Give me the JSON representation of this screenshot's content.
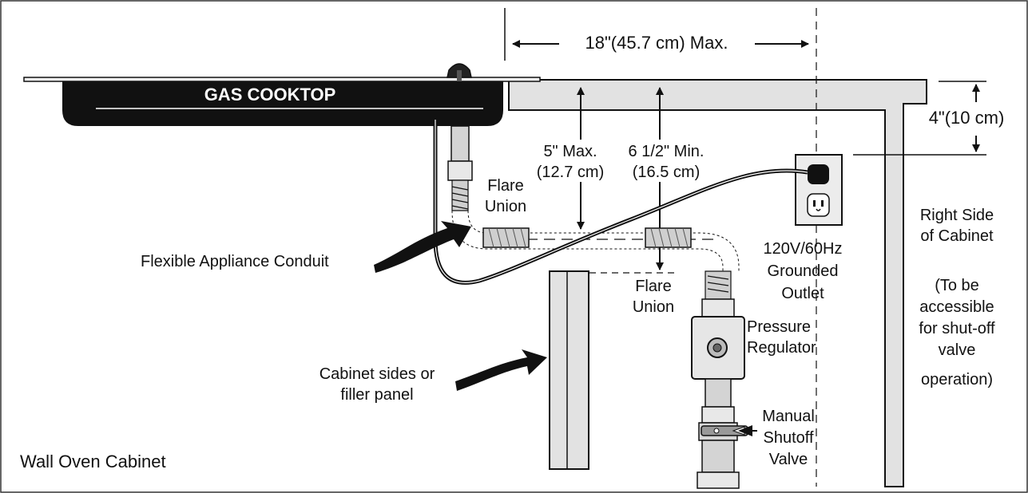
{
  "labels": {
    "gas_cooktop": "GAS COOKTOP",
    "dim_18": "18\"(45.7 cm) Max.",
    "dim_4": "4\"(10 cm)",
    "dim_5_a": "5\" Max.",
    "dim_5_b": "(12.7 cm)",
    "dim_6_a": "6 1/2\" Min.",
    "dim_6_b": "(16.5 cm)",
    "flare_union_1_a": "Flare",
    "flare_union_1_b": "Union",
    "flare_union_2_a": "Flare",
    "flare_union_2_b": "Union",
    "conduit": "Flexible Appliance Conduit",
    "outlet_a": "120V/60Hz",
    "outlet_b": "Grounded",
    "outlet_c": "Outlet",
    "right_side_a": "Right Side",
    "right_side_b": "of Cabinet",
    "access_a": "(To be",
    "access_b": "accessible",
    "access_c": "for shut-off",
    "access_d": "valve",
    "access_e": "operation)",
    "regulator_a": "Pressure",
    "regulator_b": "Regulator",
    "filler_a": "Cabinet sides or",
    "filler_b": "filler panel",
    "shutoff_a": "Manual",
    "shutoff_b": "Shutoff",
    "shutoff_c": "Valve",
    "wall_oven": "Wall Oven Cabinet"
  },
  "colors": {
    "ink": "#111111",
    "panel": "#e2e2e2",
    "pipe": "#d4d4d4"
  }
}
